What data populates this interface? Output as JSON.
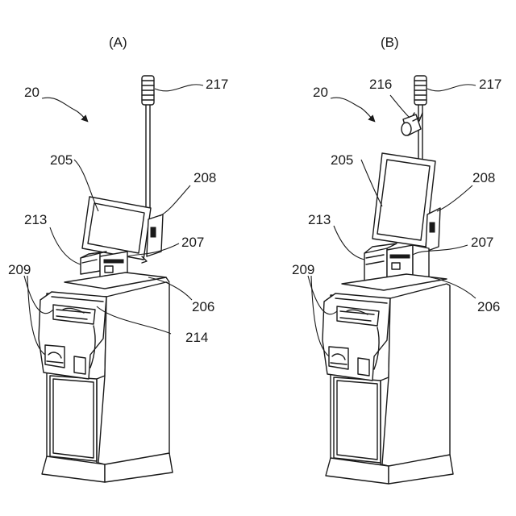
{
  "panels": [
    {
      "id": "A",
      "caption": "(A)",
      "labels": {
        "kiosk": "20",
        "pole_light": "217",
        "display": "205",
        "reader": "208",
        "printer": "213",
        "scanner": "207",
        "counter": "206",
        "slots": "209",
        "bag_area": "214"
      }
    },
    {
      "id": "B",
      "caption": "(B)",
      "labels": {
        "kiosk": "20",
        "pole_light": "217",
        "camera": "216",
        "display": "205",
        "reader": "208",
        "printer": "213",
        "scanner": "207",
        "counter": "206",
        "slots": "209"
      }
    }
  ]
}
